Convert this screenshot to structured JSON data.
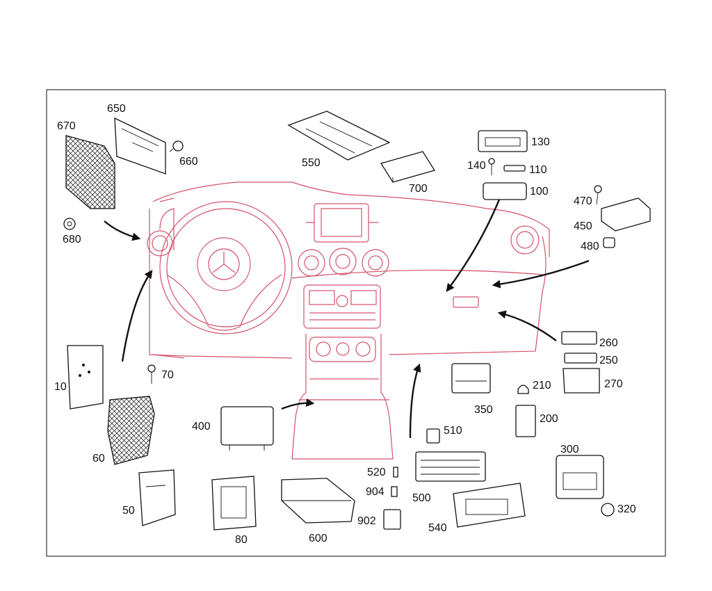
{
  "labels": {
    "l10": "10",
    "l50": "50",
    "l60": "60",
    "l70": "70",
    "l80": "80",
    "l100": "100",
    "l110": "110",
    "l130": "130",
    "l140": "140",
    "l200": "200",
    "l210": "210",
    "l250": "250",
    "l260": "260",
    "l270": "270",
    "l300": "300",
    "l320": "320",
    "l350": "350",
    "l400": "400",
    "l450": "450",
    "l470": "470",
    "l480": "480",
    "l500": "500",
    "l510": "510",
    "l520": "520",
    "l540": "540",
    "l550": "550",
    "l600": "600",
    "l650": "650",
    "l660": "660",
    "l670": "670",
    "l680": "680",
    "l700": "700",
    "l902": "902",
    "l904": "904"
  },
  "colors": {
    "dashboard_line": "#d4506a",
    "part_line": "#111111",
    "frame": "#333333"
  }
}
